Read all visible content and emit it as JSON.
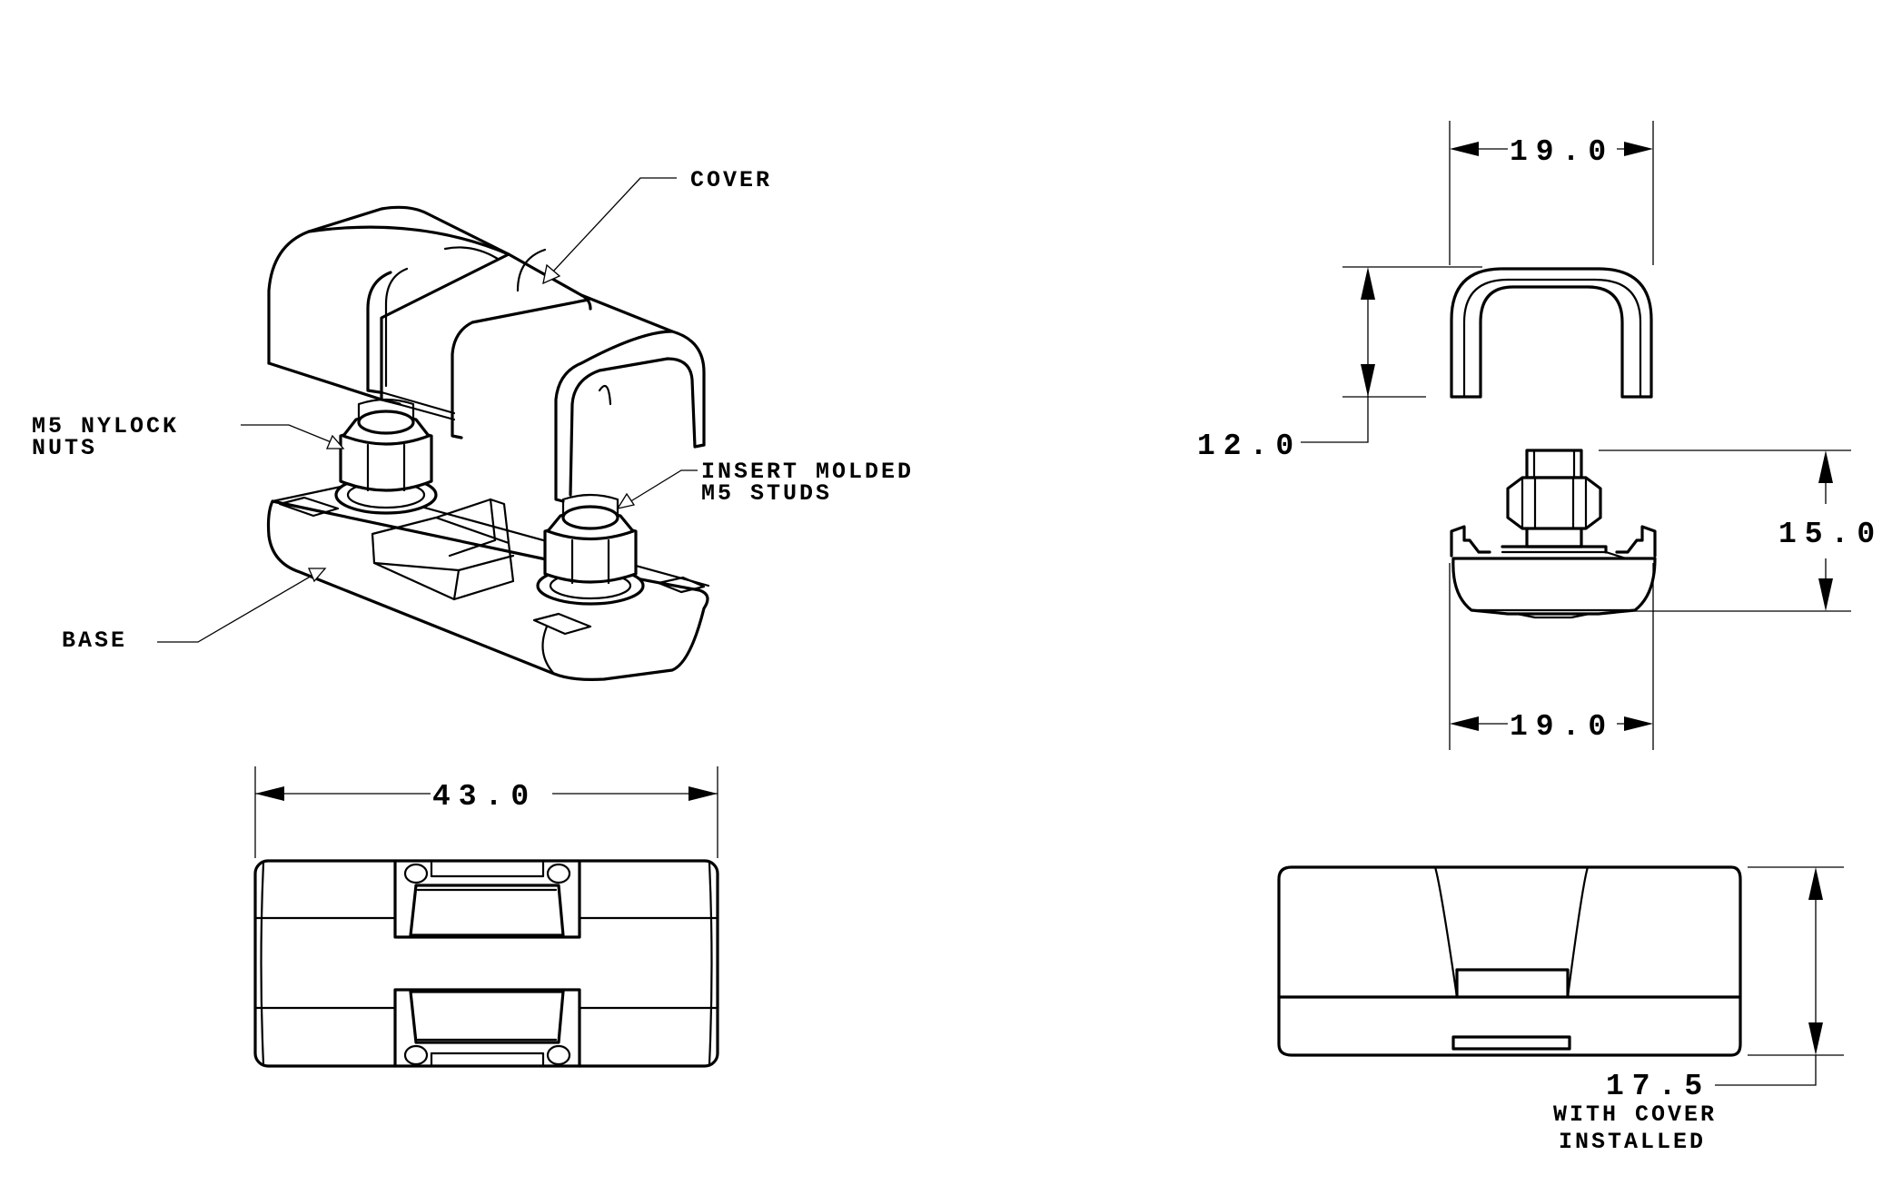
{
  "labels": {
    "cover": "COVER",
    "nuts_line1": "M5 NYLOCK",
    "nuts_line2": "NUTS",
    "studs_line1": "INSERT MOLDED",
    "studs_line2": "M5 STUDS",
    "base": "BASE"
  },
  "dimensions": {
    "length": "43.0",
    "cover_width": "19.0",
    "cover_height": "12.0",
    "base_height": "15.0",
    "base_width": "19.0",
    "installed_height": "17.5",
    "installed_note_line1": "WITH COVER",
    "installed_note_line2": "INSTALLED"
  }
}
